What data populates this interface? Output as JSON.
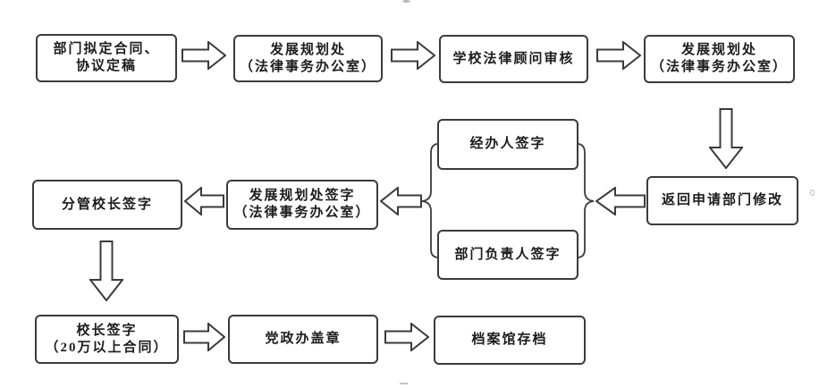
{
  "diagram": {
    "kind": "flowchart",
    "colors": {
      "box_border": "#3b3b3b",
      "arrow_outline": "#3b3b3b",
      "text": "#1c1c1c",
      "background": "#ffffff"
    },
    "boxes": {
      "draft": {
        "label": "部门拟定合同、\n协议定稿"
      },
      "planning_office_1": {
        "label": "发展规划处\n（法律事务办公室）"
      },
      "legal_review": {
        "label": "学校法律顾问审核"
      },
      "planning_office_2": {
        "label": "发展规划处\n（法律事务办公室）"
      },
      "return_revise": {
        "label": "返回申请部门修改"
      },
      "handler_sign": {
        "label": "经办人签字"
      },
      "dept_head_sign": {
        "label": "部门负责人签字"
      },
      "planning_office_sign": {
        "label": "发展规划处签字\n（法律事务办公室）"
      },
      "vice_president_sign": {
        "label": "分管校长签字"
      },
      "president_sign": {
        "label": "校长签字\n（20万以上合同）"
      },
      "party_admin_seal": {
        "label": "党政办盖章"
      },
      "archive": {
        "label": "档案馆存档"
      }
    },
    "edges": [
      {
        "from": "draft",
        "to": "planning_office_1",
        "direction": "right"
      },
      {
        "from": "planning_office_1",
        "to": "legal_review",
        "direction": "right"
      },
      {
        "from": "legal_review",
        "to": "planning_office_2",
        "direction": "right"
      },
      {
        "from": "planning_office_2",
        "to": "return_revise",
        "direction": "down"
      },
      {
        "from": "return_revise",
        "to": "handler_sign|dept_head_sign",
        "direction": "left",
        "via": "right-brace"
      },
      {
        "from": "handler_sign|dept_head_sign",
        "to": "planning_office_sign",
        "direction": "left",
        "via": "left-brace"
      },
      {
        "from": "planning_office_sign",
        "to": "vice_president_sign",
        "direction": "left"
      },
      {
        "from": "vice_president_sign",
        "to": "president_sign",
        "direction": "down"
      },
      {
        "from": "president_sign",
        "to": "party_admin_seal",
        "direction": "right"
      },
      {
        "from": "party_admin_seal",
        "to": "archive",
        "direction": "right"
      }
    ]
  }
}
